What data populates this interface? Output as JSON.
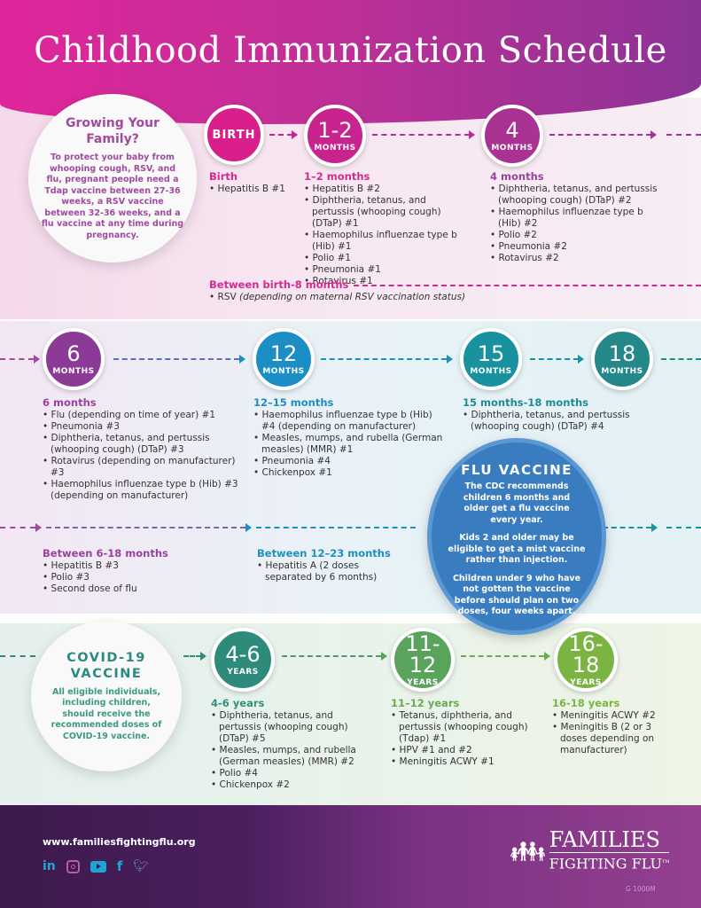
{
  "title": "Childhood Immunization Schedule",
  "colors": {
    "pink": "#d81f8c",
    "magenta": "#c02a93",
    "purple": "#8b3b95",
    "violet": "#7d4a9e",
    "blue": "#1b8fc5",
    "teal": "#17929e",
    "teal2": "#24878a",
    "seagreen": "#2e8a7b",
    "green": "#5aa35d",
    "lime": "#7bb442",
    "flu_blue": "#3a7cc0"
  },
  "pregnancy": {
    "title": "Growing Your Family?",
    "body": "To protect your baby from whooping cough, RSV, and flu, pregnant people need a Tdap vaccine between 27-36 weeks, a RSV vaccine between 32-36 weeks, and a flu vaccine at any time during pregnancy."
  },
  "milestones": [
    {
      "num": "BIRTH",
      "unit": ""
    },
    {
      "num": "1-2",
      "unit": "MONTHS"
    },
    {
      "num": "4",
      "unit": "MONTHS"
    },
    {
      "num": "6",
      "unit": "MONTHS"
    },
    {
      "num": "12",
      "unit": "MONTHS"
    },
    {
      "num": "15",
      "unit": "MONTHS"
    },
    {
      "num": "18",
      "unit": "MONTHS"
    },
    {
      "num": "4-6",
      "unit": "YEARS"
    },
    {
      "num": "11-12",
      "unit": "YEARS"
    },
    {
      "num": "16-18",
      "unit": "YEARS"
    }
  ],
  "schedule": {
    "birth": {
      "heading": "Birth",
      "items": [
        "Hepatitis B #1"
      ]
    },
    "m1_2": {
      "heading": "1–2 months",
      "items": [
        "Hepatitis B #2",
        "Diphtheria, tetanus, and pertussis (whooping cough) (DTaP) #1",
        "Haemophilus influenzae type b (Hib) #1",
        "Polio #1",
        "Pneumonia #1",
        "Rotavirus #1"
      ]
    },
    "m4": {
      "heading": "4 months",
      "items": [
        "Diphtheria, tetanus, and pertussis (whooping cough) (DTaP) #2",
        "Haemophilus influenzae type b (Hib) #2",
        "Polio #2",
        "Pneumonia #2",
        "Rotavirus #2"
      ]
    },
    "birth_8": {
      "heading": "Between birth-8 months",
      "item_prefix": "RSV ",
      "item_italic": "(depending on maternal RSV vaccination status)"
    },
    "m6": {
      "heading": "6 months",
      "items": [
        "Flu (depending on time of year) #1",
        "Pneumonia #3",
        "Diphtheria, tetanus, and pertussis (whooping cough) (DTaP) #3",
        "Rotavirus (depending on manufacturer) #3",
        "Haemophilus influenzae type b (Hib) #3 (depending on manufacturer)"
      ]
    },
    "m12_15": {
      "heading": "12–15 months",
      "items": [
        "Haemophilus influenzae type b (Hib) #4 (depending on manufacturer)",
        "Measles, mumps, and rubella (German measles) (MMR) #1",
        "Pneumonia #4",
        "Chickenpox #1"
      ]
    },
    "m15_18": {
      "heading": "15 months-18 months",
      "items": [
        "Diphtheria, tetanus, and pertussis (whooping cough) (DTaP) #4"
      ]
    },
    "m6_18": {
      "heading": "Between 6-18 months",
      "items": [
        "Hepatitis B #3",
        "Polio #3",
        "Second dose of flu"
      ]
    },
    "m12_23": {
      "heading": "Between 12–23 months",
      "items": [
        "Hepatitis A (2 doses separated by 6 months)"
      ]
    },
    "y4_6": {
      "heading": "4-6 years",
      "items": [
        "Diphtheria, tetanus, and pertussis (whooping cough) (DTaP) #5",
        "Measles, mumps, and rubella (German measles) (MMR) #2",
        "Polio #4",
        "Chickenpox #2"
      ]
    },
    "y11_12": {
      "heading": "11–12 years",
      "items": [
        "Tetanus, diphtheria, and pertussis (whooping cough) (Tdap) #1",
        "HPV #1 and #2",
        "Meningitis ACWY #1"
      ]
    },
    "y16_18": {
      "heading": "16-18 years",
      "items": [
        "Meningitis ACWY #2",
        "Meningitis B (2 or 3 doses depending on manufacturer)"
      ]
    }
  },
  "flu": {
    "title": "FLU VACCINE",
    "p1": "The CDC recommends children 6 months and older get a flu vaccine every year.",
    "p2": "Kids 2 and older may be eligible to get a mist vaccine rather than injection.",
    "p3": "Children under 9 who have not gotten the vaccine before should plan on two doses, four weeks apart."
  },
  "covid": {
    "title": "COVID-19 VACCINE",
    "body": "All eligible individuals, including children, should receive the recommended doses of COVID-19 vaccine."
  },
  "footer": {
    "url": "www.familiesfightingflu.org",
    "social": [
      "linkedin-icon",
      "instagram-icon",
      "youtube-icon",
      "facebook-icon",
      "twitter-icon"
    ],
    "logo_line1": "FAMILIES",
    "logo_line2": "FIGHTING FLU",
    "tm": "TM",
    "code": "G 1000M"
  }
}
